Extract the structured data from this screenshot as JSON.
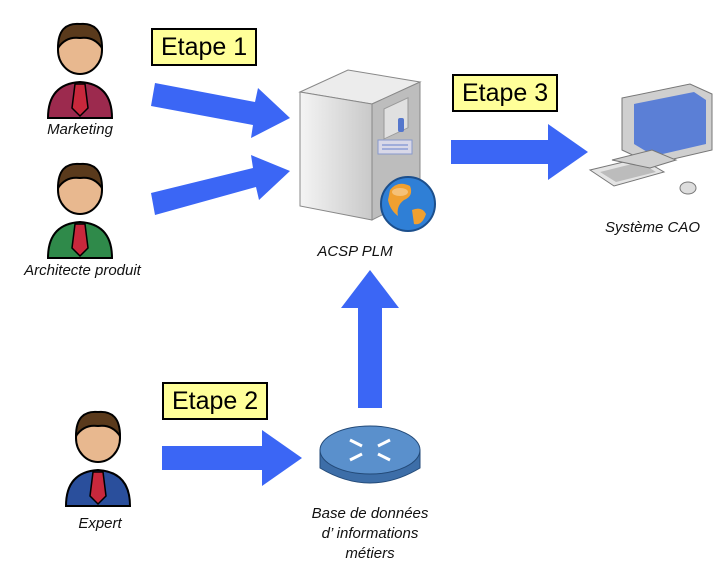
{
  "steps": {
    "step1": "Etape 1",
    "step2": "Etape 2",
    "step3": "Etape 3"
  },
  "actors": {
    "marketing": "Marketing",
    "architect": "Architecte produit",
    "expert": "Expert"
  },
  "nodes": {
    "server": "ACSP PLM",
    "cad": "Système CAO",
    "database_line1": "Base de données",
    "database_line2": "d’ informations",
    "database_line3": "métiers"
  },
  "colors": {
    "arrow": "#3b66f5",
    "step_box": "#ffff99",
    "marketing_shirt": "#9c2a4e",
    "architect_shirt": "#2f8a4a",
    "expert_shirt": "#2a4f9c",
    "tie": "#c8283c"
  },
  "icons": {
    "person": "person-icon",
    "server": "server-icon",
    "globe": "globe-icon",
    "computer": "desktop-computer-icon",
    "router": "router-icon"
  }
}
